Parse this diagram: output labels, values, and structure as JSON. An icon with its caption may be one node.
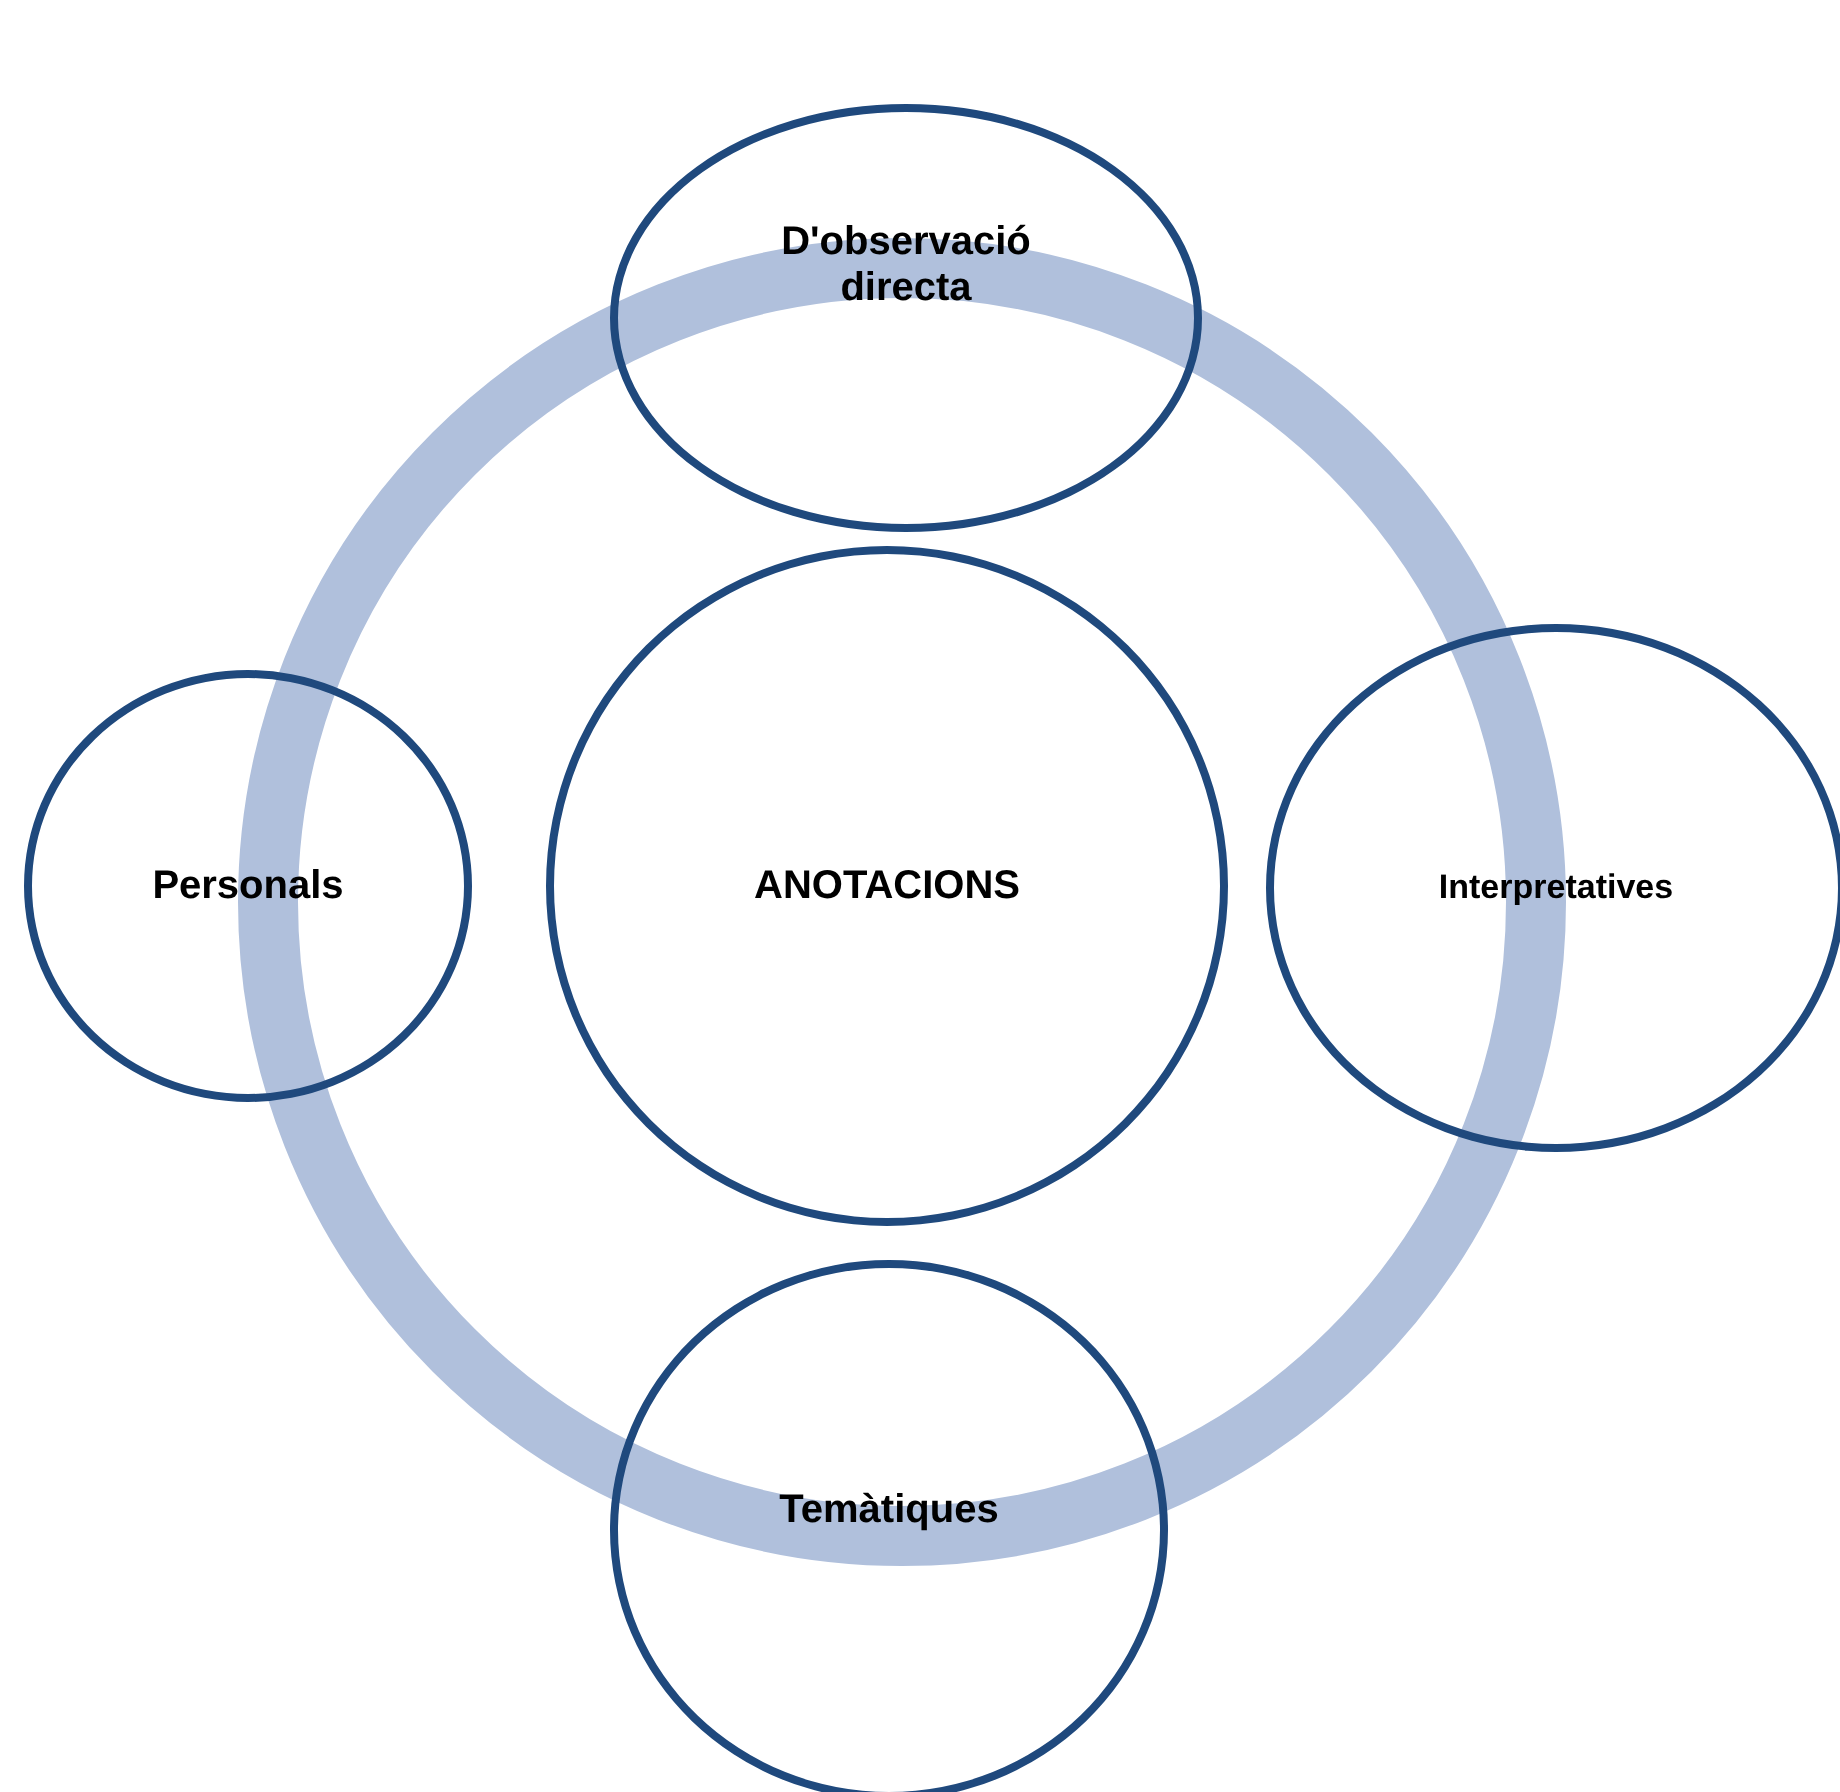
{
  "diagram": {
    "nodes": [
      {
        "text": [
          "D'observació directa"
        ]
      },
      {
        "text": [
          "Personals"
        ]
      },
      {
        "text": [
          "ANOTACIONS"
        ]
      },
      {
        "text": [
          "Interpretatives"
        ]
      },
      {
        "text": [
          "Temàtiques"
        ]
      }
    ],
    "edges": []
  }
}
